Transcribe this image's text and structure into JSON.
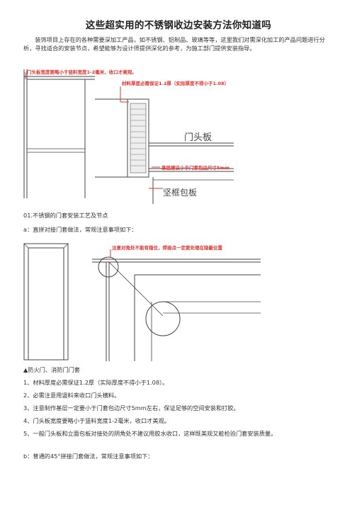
{
  "title": "这些超实用的不锈钢收边安装方法你知道吗",
  "intro": "装饰项目上存在的各种需要深加工产品，如不锈钢、铝制品、玻璃等等，这里我们对需深化加工的产品问题进行分析，寻找适合的安装节点，希望能够为设计师提供深化的参考，为施工部门提供安装指导。",
  "figure1": {
    "note_top": "门头板宽度要略小于竖料宽度1-2毫米，收口才美观。",
    "note_material": "材料厚度必需保证1.2厚（实际厚度不得小于1.08）",
    "label_door": "门头板",
    "note_base": "基层建议小于门套包边尺寸5mm",
    "label_frame": "坚框包板"
  },
  "section1": "01.不锈钢的门套安装工艺及节点",
  "item_a": "a：直拼对接门套做法，常规注意事项如下：",
  "figure2": {
    "note": "注意对角处不能有错位，焊接点一定要处理在隐蔽位置"
  },
  "fire_door": "▲防火门、消防门门套",
  "list": [
    "1、材料厚度必需保证1.2厚（实际厚度不得小于1.08）。",
    "2、必需注意用竖料来收口门头横料。",
    "3、注意制作基层一定要小于门套包边尺寸5mm左右，保证足够的空间安装和打胶。",
    "4、门头板宽度要略小于竖料宽度1-2毫米，收口才美观。",
    "5、一般门头板和立面包板对接处的阴角处不建议用胶水收口，这样既美观又能检验门套安装质量。"
  ],
  "item_b": "b：普通的45°拼接门套做法，常规注意事项如下：",
  "colors": {
    "annotation": "#e5322d",
    "line": "#444444"
  }
}
